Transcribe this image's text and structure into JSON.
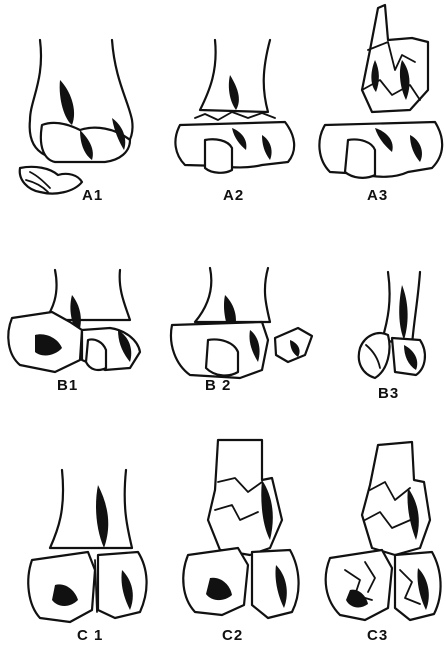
{
  "figure": {
    "panels": [
      {
        "id": "A1",
        "label": "A1"
      },
      {
        "id": "A2",
        "label": "A2"
      },
      {
        "id": "A3",
        "label": "A3"
      },
      {
        "id": "B1",
        "label": "B1"
      },
      {
        "id": "B2",
        "label": "B 2"
      },
      {
        "id": "B3",
        "label": "B3"
      },
      {
        "id": "C1",
        "label": "C 1"
      },
      {
        "id": "C2",
        "label": "C2"
      },
      {
        "id": "C3",
        "label": "C3"
      }
    ]
  }
}
